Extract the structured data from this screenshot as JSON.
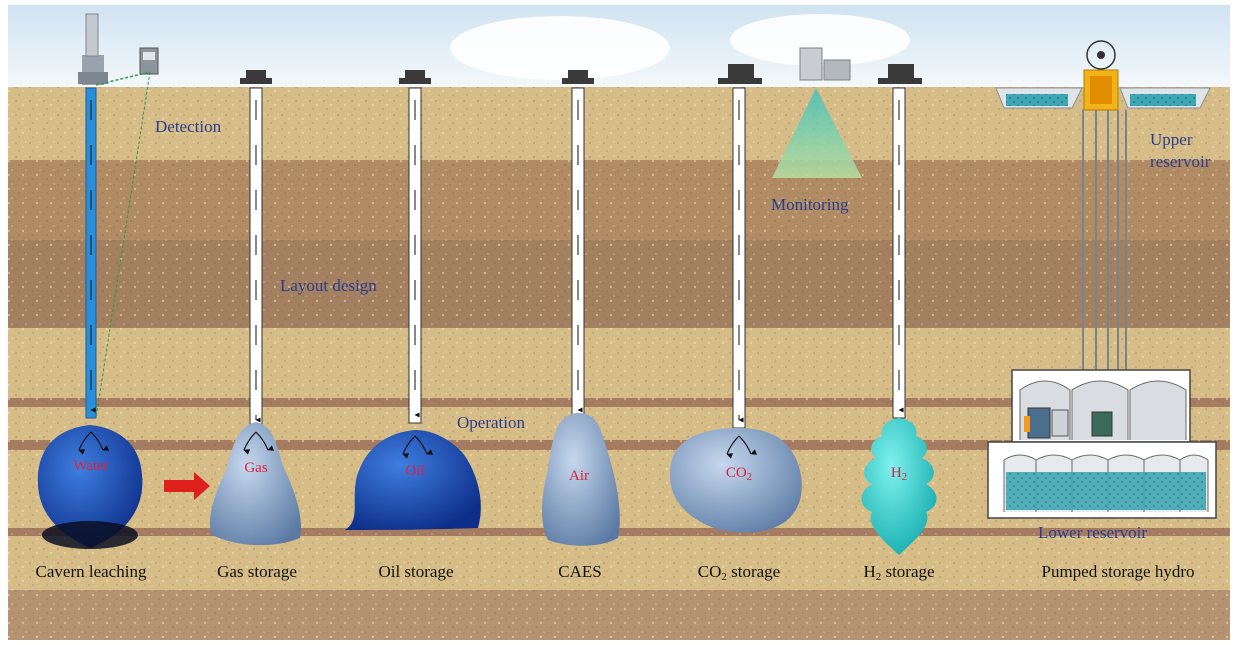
{
  "colors": {
    "sky": "#eaf2f8",
    "ground_light": "#d9c08c",
    "ground_dark": "#a8825e",
    "cavern_dark_blue": "#1a4fb8",
    "cavern_light_blue": "#8aa9cf",
    "cavern_cyan": "#27d1d1",
    "water_pipe": "#2a8fd8",
    "label_blue": "#2b3d8f",
    "label_red": "#e0203a",
    "arrow_red": "#e0201c"
  },
  "annotations": {
    "detection": "Detection",
    "layout_design": "Layout design",
    "operation": "Operation",
    "monitoring": "Monitoring",
    "upper_reservoir_line1": "Upper",
    "upper_reservoir_line2": "reservoir",
    "lower_reservoir": "Lower reservoir"
  },
  "caverns": [
    {
      "fluid": "Water",
      "label": "Cavern leaching"
    },
    {
      "fluid": "Gas",
      "label": "Gas storage"
    },
    {
      "fluid": "Oil",
      "label": "Oil storage"
    },
    {
      "fluid": "Air",
      "label": "CAES"
    },
    {
      "fluid": "CO",
      "fluid_sub": "2",
      "label": "CO",
      "label_sub": "2",
      "label_suffix": " storage"
    },
    {
      "fluid": "H",
      "fluid_sub": "2",
      "label": "H",
      "label_sub": "2",
      "label_suffix": " storage"
    }
  ],
  "pumped_hydro": {
    "label": "Pumped storage hydro"
  },
  "icons": [
    "drilling-rig-icon",
    "detection-instrument-icon",
    "wellhead-icon",
    "monitoring-station-icon",
    "pump-turbine-icon",
    "generator-icon"
  ]
}
